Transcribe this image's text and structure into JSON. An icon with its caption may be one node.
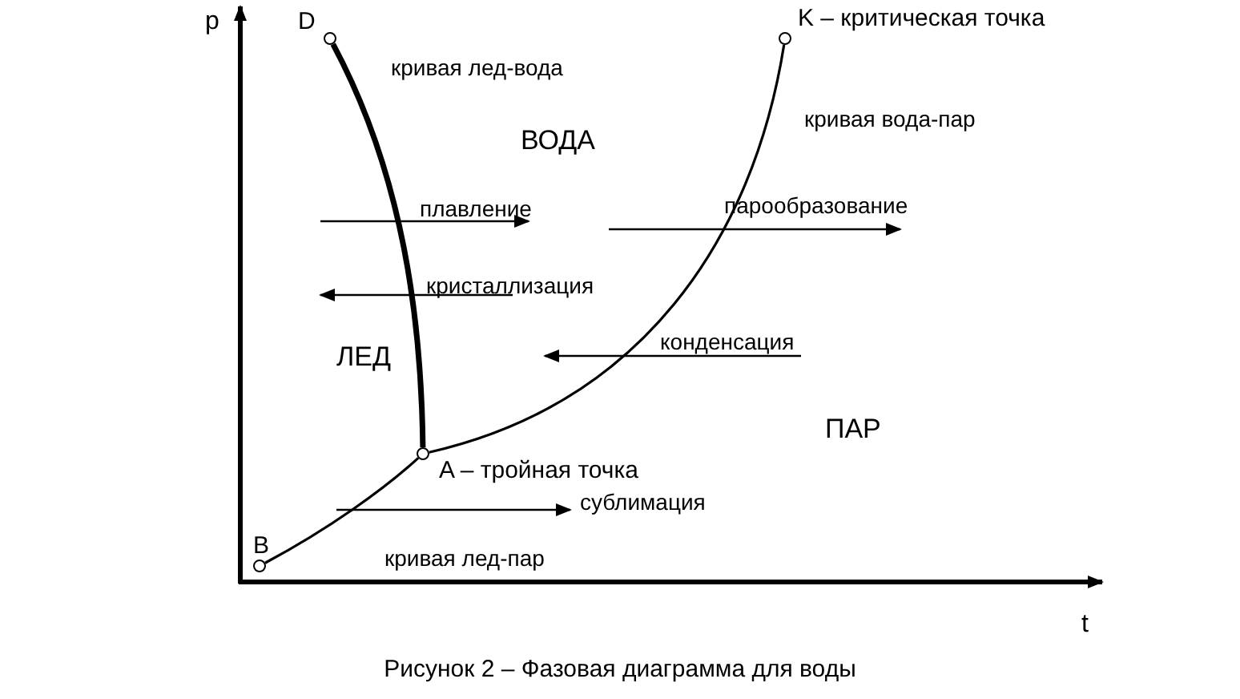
{
  "diagram": {
    "caption": "Рисунок 2 – Фазовая диаграмма для воды",
    "nodes": [
      {
        "text": [],
        "shape": "circle",
        "beside": [
          "D"
        ]
      },
      {
        "text": [],
        "shape": "circle",
        "beside": [
          "K – критическая точка"
        ]
      },
      {
        "text": [],
        "shape": "circle",
        "beside": [
          "A – тройная точка"
        ]
      },
      {
        "text": [],
        "shape": "circle",
        "beside": [
          "B"
        ]
      }
    ],
    "edges": [
      {
        "from": 2,
        "to": 0,
        "arrow": "none",
        "label": "кривая лед-вода",
        "style": "thick"
      },
      {
        "from": 2,
        "to": 1,
        "arrow": "none",
        "label": "кривая вода-пар"
      },
      {
        "from": 3,
        "to": 2,
        "arrow": "none",
        "label": "кривая лед-пар"
      }
    ],
    "labels": [
      "p",
      "ВОДА",
      "плавление",
      "парообразование",
      "кристаллизация",
      "ЛЕД",
      "конденсация",
      "ПАР",
      "сублимация",
      "t"
    ]
  }
}
